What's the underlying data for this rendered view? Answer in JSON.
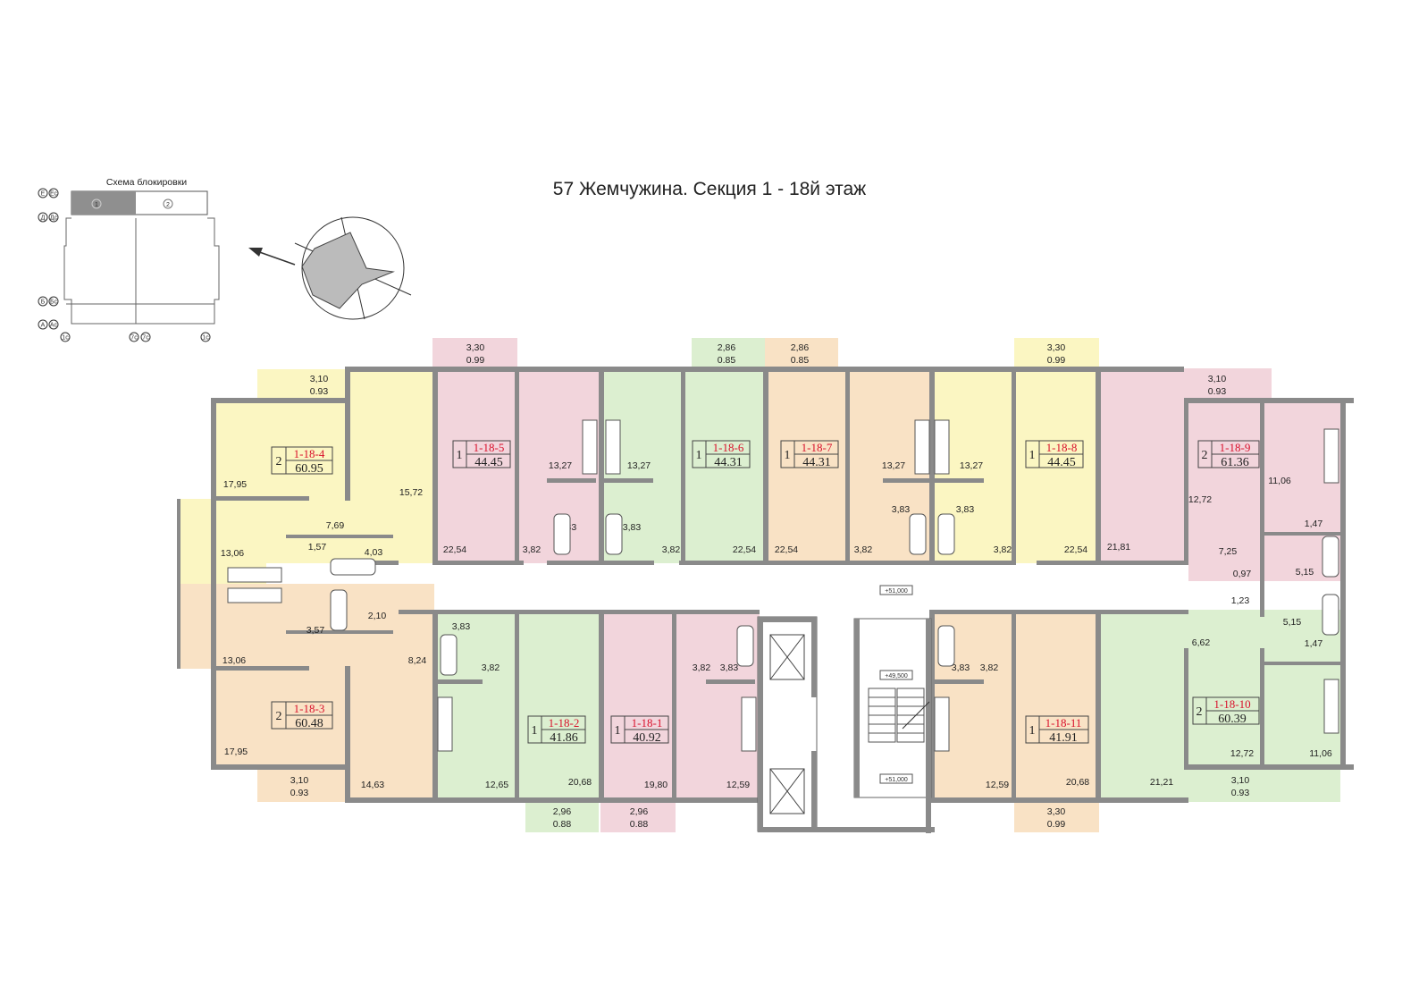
{
  "title": "57 Жемчужина.  Секция 1 - 18й этаж",
  "key_plan": {
    "label": "Схема блокировки",
    "section_1": "1",
    "section_2": "2",
    "axis_rows": [
      "Е",
      "Ес",
      "Д",
      "Дс",
      "Б",
      "Бс",
      "А",
      "Ас"
    ],
    "axis_cols": [
      "1с",
      "7с",
      "7с",
      "1с"
    ]
  },
  "colors": {
    "pink": "#f2d5dc",
    "green": "#dcefd0",
    "yellow": "#fbf6c2",
    "orange": "#f9e2c5",
    "wall": "#8a8a8a",
    "id_red": "#d8102b"
  },
  "level_marks": [
    "+51,000",
    "+49,500",
    "+51,000"
  ],
  "apartments": [
    {
      "key": "a4",
      "rooms": "2",
      "id": "1-18-4",
      "area": "60.95",
      "color": "yellow"
    },
    {
      "key": "a5",
      "rooms": "1",
      "id": "1-18-5",
      "area": "44.45",
      "color": "pink"
    },
    {
      "key": "a6",
      "rooms": "1",
      "id": "1-18-6",
      "area": "44.31",
      "color": "green"
    },
    {
      "key": "a7",
      "rooms": "1",
      "id": "1-18-7",
      "area": "44.31",
      "color": "orange"
    },
    {
      "key": "a8",
      "rooms": "1",
      "id": "1-18-8",
      "area": "44.45",
      "color": "yellow"
    },
    {
      "key": "a9",
      "rooms": "2",
      "id": "1-18-9",
      "area": "61.36",
      "color": "pink"
    },
    {
      "key": "a3",
      "rooms": "2",
      "id": "1-18-3",
      "area": "60.48",
      "color": "orange"
    },
    {
      "key": "a2",
      "rooms": "1",
      "id": "1-18-2",
      "area": "41.86",
      "color": "green"
    },
    {
      "key": "a1",
      "rooms": "1",
      "id": "1-18-1",
      "area": "40.92",
      "color": "pink"
    },
    {
      "key": "a11",
      "rooms": "1",
      "id": "1-18-11",
      "area": "41.91",
      "color": "orange"
    },
    {
      "key": "a10",
      "rooms": "2",
      "id": "1-18-10",
      "area": "60.39",
      "color": "green"
    }
  ],
  "balconies": [
    {
      "area": "3,10",
      "coef": "0.93"
    },
    {
      "area": "3,30",
      "coef": "0.99"
    },
    {
      "area": "2,86",
      "coef": "0.85"
    },
    {
      "area": "2,86",
      "coef": "0.85"
    },
    {
      "area": "3,30",
      "coef": "0.99"
    },
    {
      "area": "3,10",
      "coef": "0.93"
    },
    {
      "area": "3,10",
      "coef": "0.93"
    },
    {
      "area": "2,96",
      "coef": "0.88"
    },
    {
      "area": "2,96",
      "coef": "0.88"
    },
    {
      "area": "3,30",
      "coef": "0.99"
    },
    {
      "area": "3,10",
      "coef": "0.93"
    }
  ],
  "room_areas": [
    "17,95",
    "15,72",
    "13,06",
    "7,69",
    "1,57",
    "4,03",
    "22,54",
    "3,82",
    "13,27",
    "3,83",
    "13,27",
    "3,83",
    "3,82",
    "22,54",
    "22,54",
    "3,82",
    "13,27",
    "3,83",
    "13,27",
    "3,83",
    "3,82",
    "22,54",
    "21,81",
    "12,72",
    "11,06",
    "1,47",
    "7,25",
    "0,97",
    "5,15",
    "13,06",
    "2,10",
    "3,57",
    "8,24",
    "17,95",
    "14,63",
    "3,83",
    "3,82",
    "12,65",
    "20,68",
    "3,82",
    "3,83",
    "19,80",
    "12,59",
    "3,83",
    "3,82",
    "12,59",
    "20,68",
    "1,23",
    "6,62",
    "5,15",
    "1,47",
    "21,21",
    "12,72",
    "11,06"
  ]
}
